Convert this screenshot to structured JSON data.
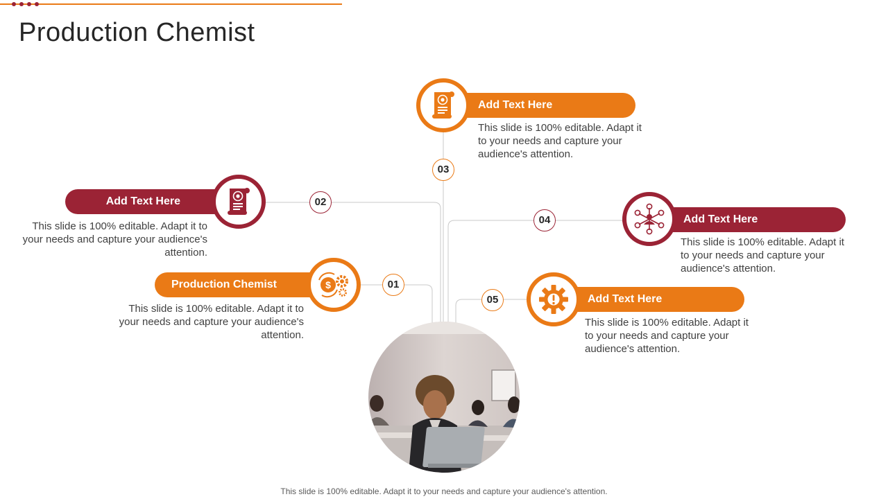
{
  "slide": {
    "title": "Production Chemist",
    "footer": "This slide is 100% editable. Adapt it to your needs and capture your audience's attention."
  },
  "colors": {
    "orange": "#ea7a16",
    "maroon": "#9b2335"
  },
  "photo": {
    "icon": "office-worker-photo"
  },
  "items": [
    {
      "number": "01",
      "label": "Production Chemist",
      "description": "This slide is 100% editable. Adapt it to your needs and capture your audience's attention.",
      "icon": "dollar-gears-icon"
    },
    {
      "number": "02",
      "label": "Add Text Here",
      "description": "This slide is 100% editable. Adapt it to your needs and capture your audience's attention.",
      "icon": "certificate-scroll-icon"
    },
    {
      "number": "03",
      "label": "Add Text Here",
      "description": "This slide is 100% editable. Adapt it to your needs and capture your audience's attention.",
      "icon": "certificate-scroll-icon"
    },
    {
      "number": "04",
      "label": "Add Text Here",
      "description": "This slide is 100% editable. Adapt it to your needs and capture your audience's attention.",
      "icon": "network-people-icon"
    },
    {
      "number": "05",
      "label": "Add Text Here",
      "description": "This slide is 100% editable. Adapt it to your needs and capture your audience's attention.",
      "icon": "gear-warning-icon"
    }
  ]
}
